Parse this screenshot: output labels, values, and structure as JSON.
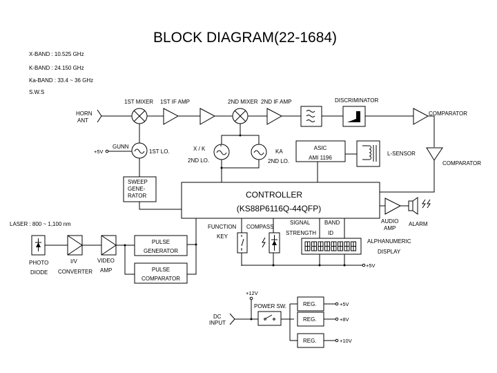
{
  "title": "BLOCK  DIAGRAM(22-1684)",
  "bands": [
    "X-BAND : 10.525 GHz",
    "K-BAND : 24.150 GHz",
    "Ka-BAND : 33.4 ~ 36 GHz",
    "S.W.S"
  ],
  "rf_chain": {
    "horn_ant": [
      "HORN",
      "ANT"
    ],
    "mixer1": "1ST MIXER",
    "if_amp1": "1ST IF AMP",
    "mixer2": "2ND MIXER",
    "if_amp2": "2ND IF AMP",
    "discriminator": "DISCRIMINATOR",
    "comparator1": "COMPARATOR",
    "comparator2": "COMPARATOR"
  },
  "oscillators": {
    "supply": "+5V",
    "gunn": "GUNN",
    "lo1": "1ST LO.",
    "xk_lo": [
      "X / K",
      "2ND LO."
    ],
    "ka_lo": [
      "KA",
      "2ND LO."
    ]
  },
  "asic": [
    "ASIC",
    "AMI 1196"
  ],
  "l_sensor": "L-SENSOR",
  "sweep_generator": [
    "SWEEP",
    "GENE-",
    "RATOR"
  ],
  "controller": {
    "name": "CONTROLLER",
    "part": "(KS88P6116Q-44QFP)"
  },
  "audio": {
    "amp": [
      "AUDIO",
      "AMP"
    ],
    "alarm": "ALARM"
  },
  "peripherals": {
    "function_key": [
      "FUNCTION",
      "KEY"
    ],
    "compass": "COMPASS",
    "signal_strength": [
      "SIGNAL",
      "STRENGTH"
    ],
    "band_id": [
      "BAND",
      "ID"
    ],
    "display": [
      "ALPHANUMERIC",
      "DISPLAY"
    ],
    "supply": "+5V"
  },
  "laser": {
    "label": "LASER : 800 ~ 1,100 nm",
    "photo_diode": [
      "PHOTO",
      "DIODE"
    ],
    "iv_converter": [
      "I/V",
      "CONVERTER"
    ],
    "video_amp": [
      "VIDEO",
      "AMP"
    ],
    "pulse_generator": [
      "PULSE",
      "GENERATOR"
    ],
    "pulse_comparator": [
      "PULSE",
      "COMPARATOR"
    ]
  },
  "power": {
    "v12": "+12V",
    "power_sw": "POWER SW.",
    "dc_input": [
      "DC",
      "INPUT"
    ],
    "regs": [
      {
        "label": "REG.",
        "out": "+5V"
      },
      {
        "label": "REG.",
        "out": "+8V"
      },
      {
        "label": "REG.",
        "out": "+10V"
      }
    ]
  }
}
